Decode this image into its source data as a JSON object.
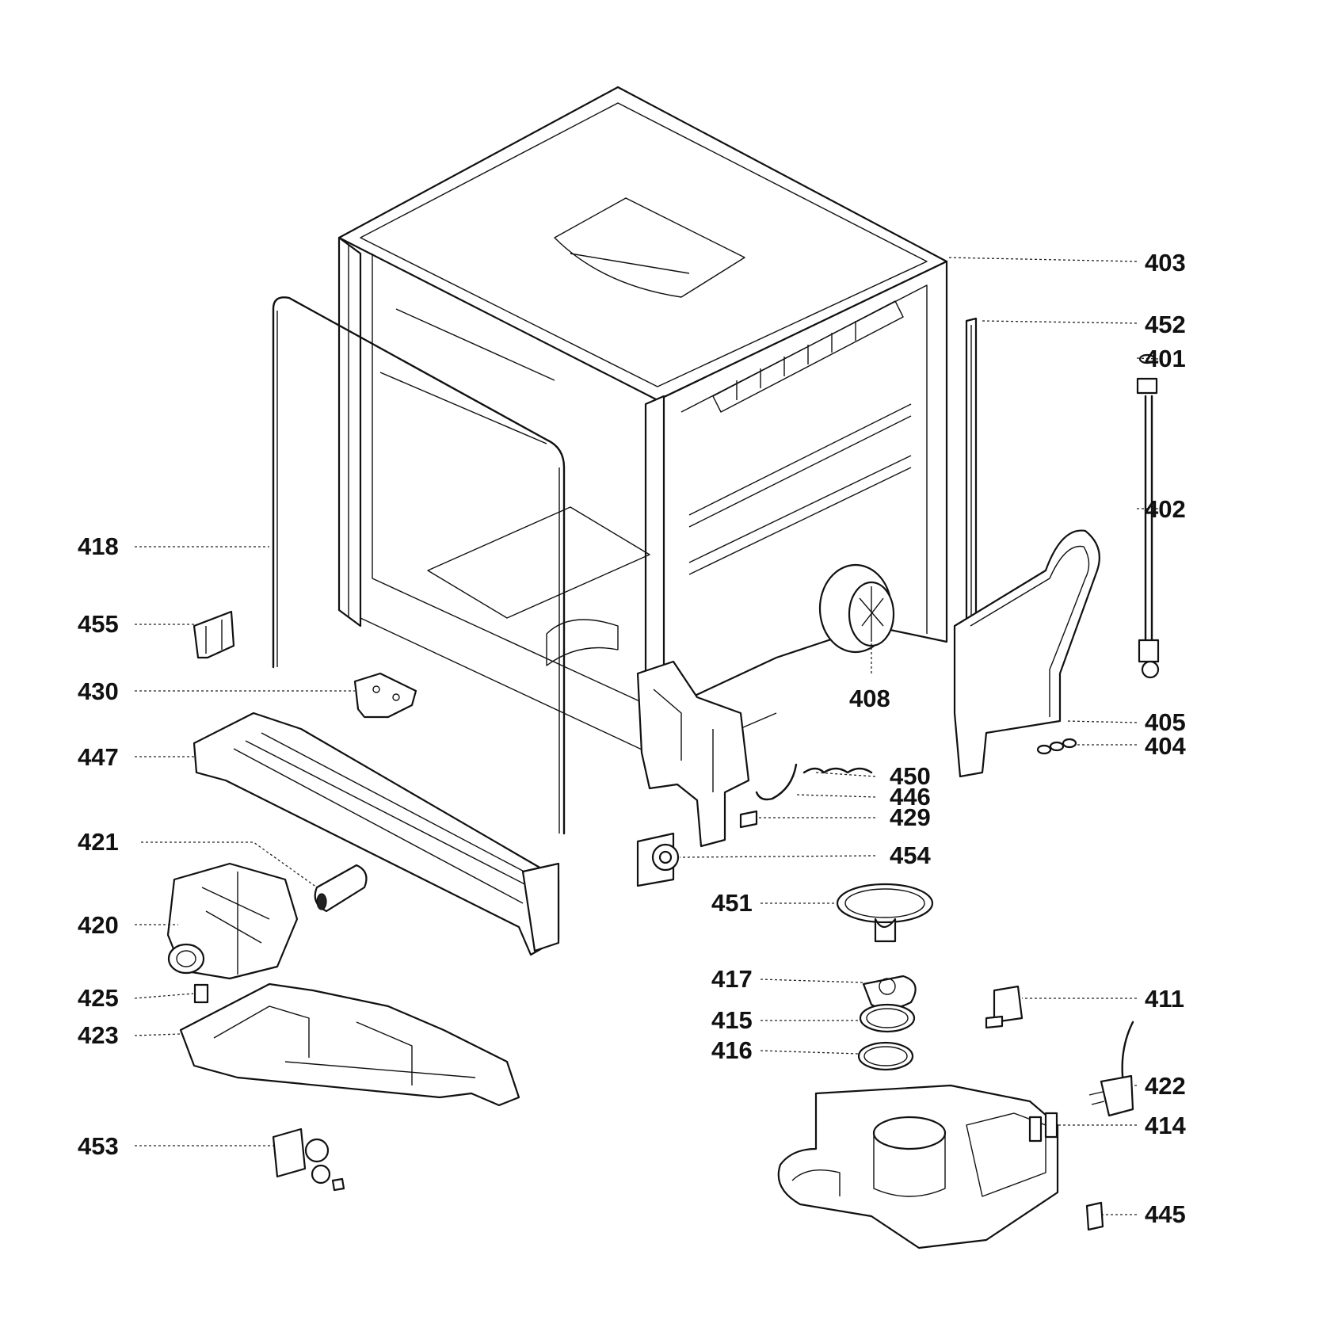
{
  "diagram": {
    "callouts": [
      {
        "id": "403",
        "label": "403"
      },
      {
        "id": "452",
        "label": "452"
      },
      {
        "id": "401",
        "label": "401"
      },
      {
        "id": "402",
        "label": "402"
      },
      {
        "id": "405",
        "label": "405"
      },
      {
        "id": "404",
        "label": "404"
      },
      {
        "id": "418",
        "label": "418"
      },
      {
        "id": "455",
        "label": "455"
      },
      {
        "id": "430",
        "label": "430"
      },
      {
        "id": "447",
        "label": "447"
      },
      {
        "id": "421",
        "label": "421"
      },
      {
        "id": "420",
        "label": "420"
      },
      {
        "id": "425",
        "label": "425"
      },
      {
        "id": "423",
        "label": "423"
      },
      {
        "id": "453",
        "label": "453"
      },
      {
        "id": "408",
        "label": "408"
      },
      {
        "id": "450",
        "label": "450"
      },
      {
        "id": "446",
        "label": "446"
      },
      {
        "id": "429",
        "label": "429"
      },
      {
        "id": "454",
        "label": "454"
      },
      {
        "id": "451",
        "label": "451"
      },
      {
        "id": "417",
        "label": "417"
      },
      {
        "id": "415",
        "label": "415"
      },
      {
        "id": "416",
        "label": "416"
      },
      {
        "id": "411",
        "label": "411"
      },
      {
        "id": "422",
        "label": "422"
      },
      {
        "id": "414",
        "label": "414"
      },
      {
        "id": "445",
        "label": "445"
      }
    ]
  }
}
